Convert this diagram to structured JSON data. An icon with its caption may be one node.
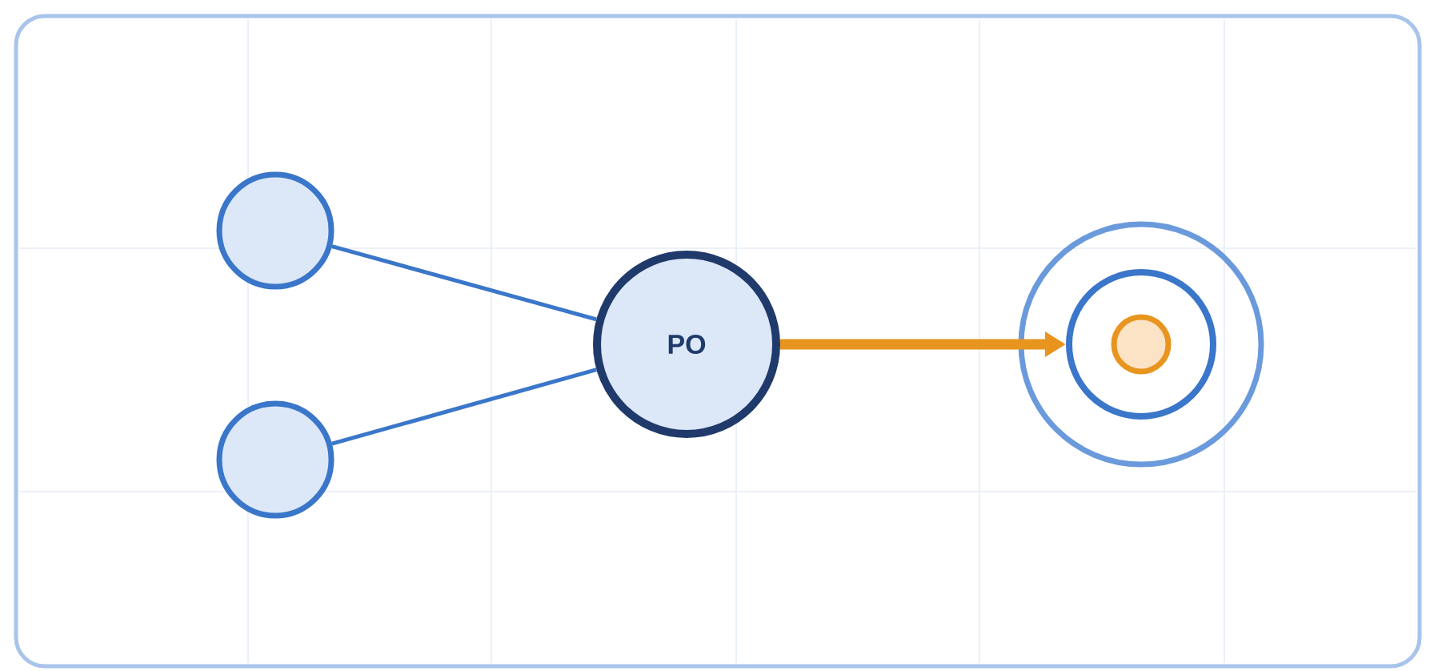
{
  "diagram": {
    "nodes": [
      {
        "text": [],
        "shape": "circle"
      },
      {
        "text": [],
        "shape": "circle"
      },
      {
        "text": [
          "PO"
        ]
      },
      {
        "text": [],
        "shape": "circle"
      }
    ],
    "edges": [
      {
        "from": 0,
        "to": 2,
        "arrow": "none"
      },
      {
        "from": 1,
        "to": 2,
        "arrow": "none"
      },
      {
        "from": 2,
        "to": 3,
        "arrow": "to",
        "style": "thick",
        "color": "#e8951f"
      }
    ]
  }
}
